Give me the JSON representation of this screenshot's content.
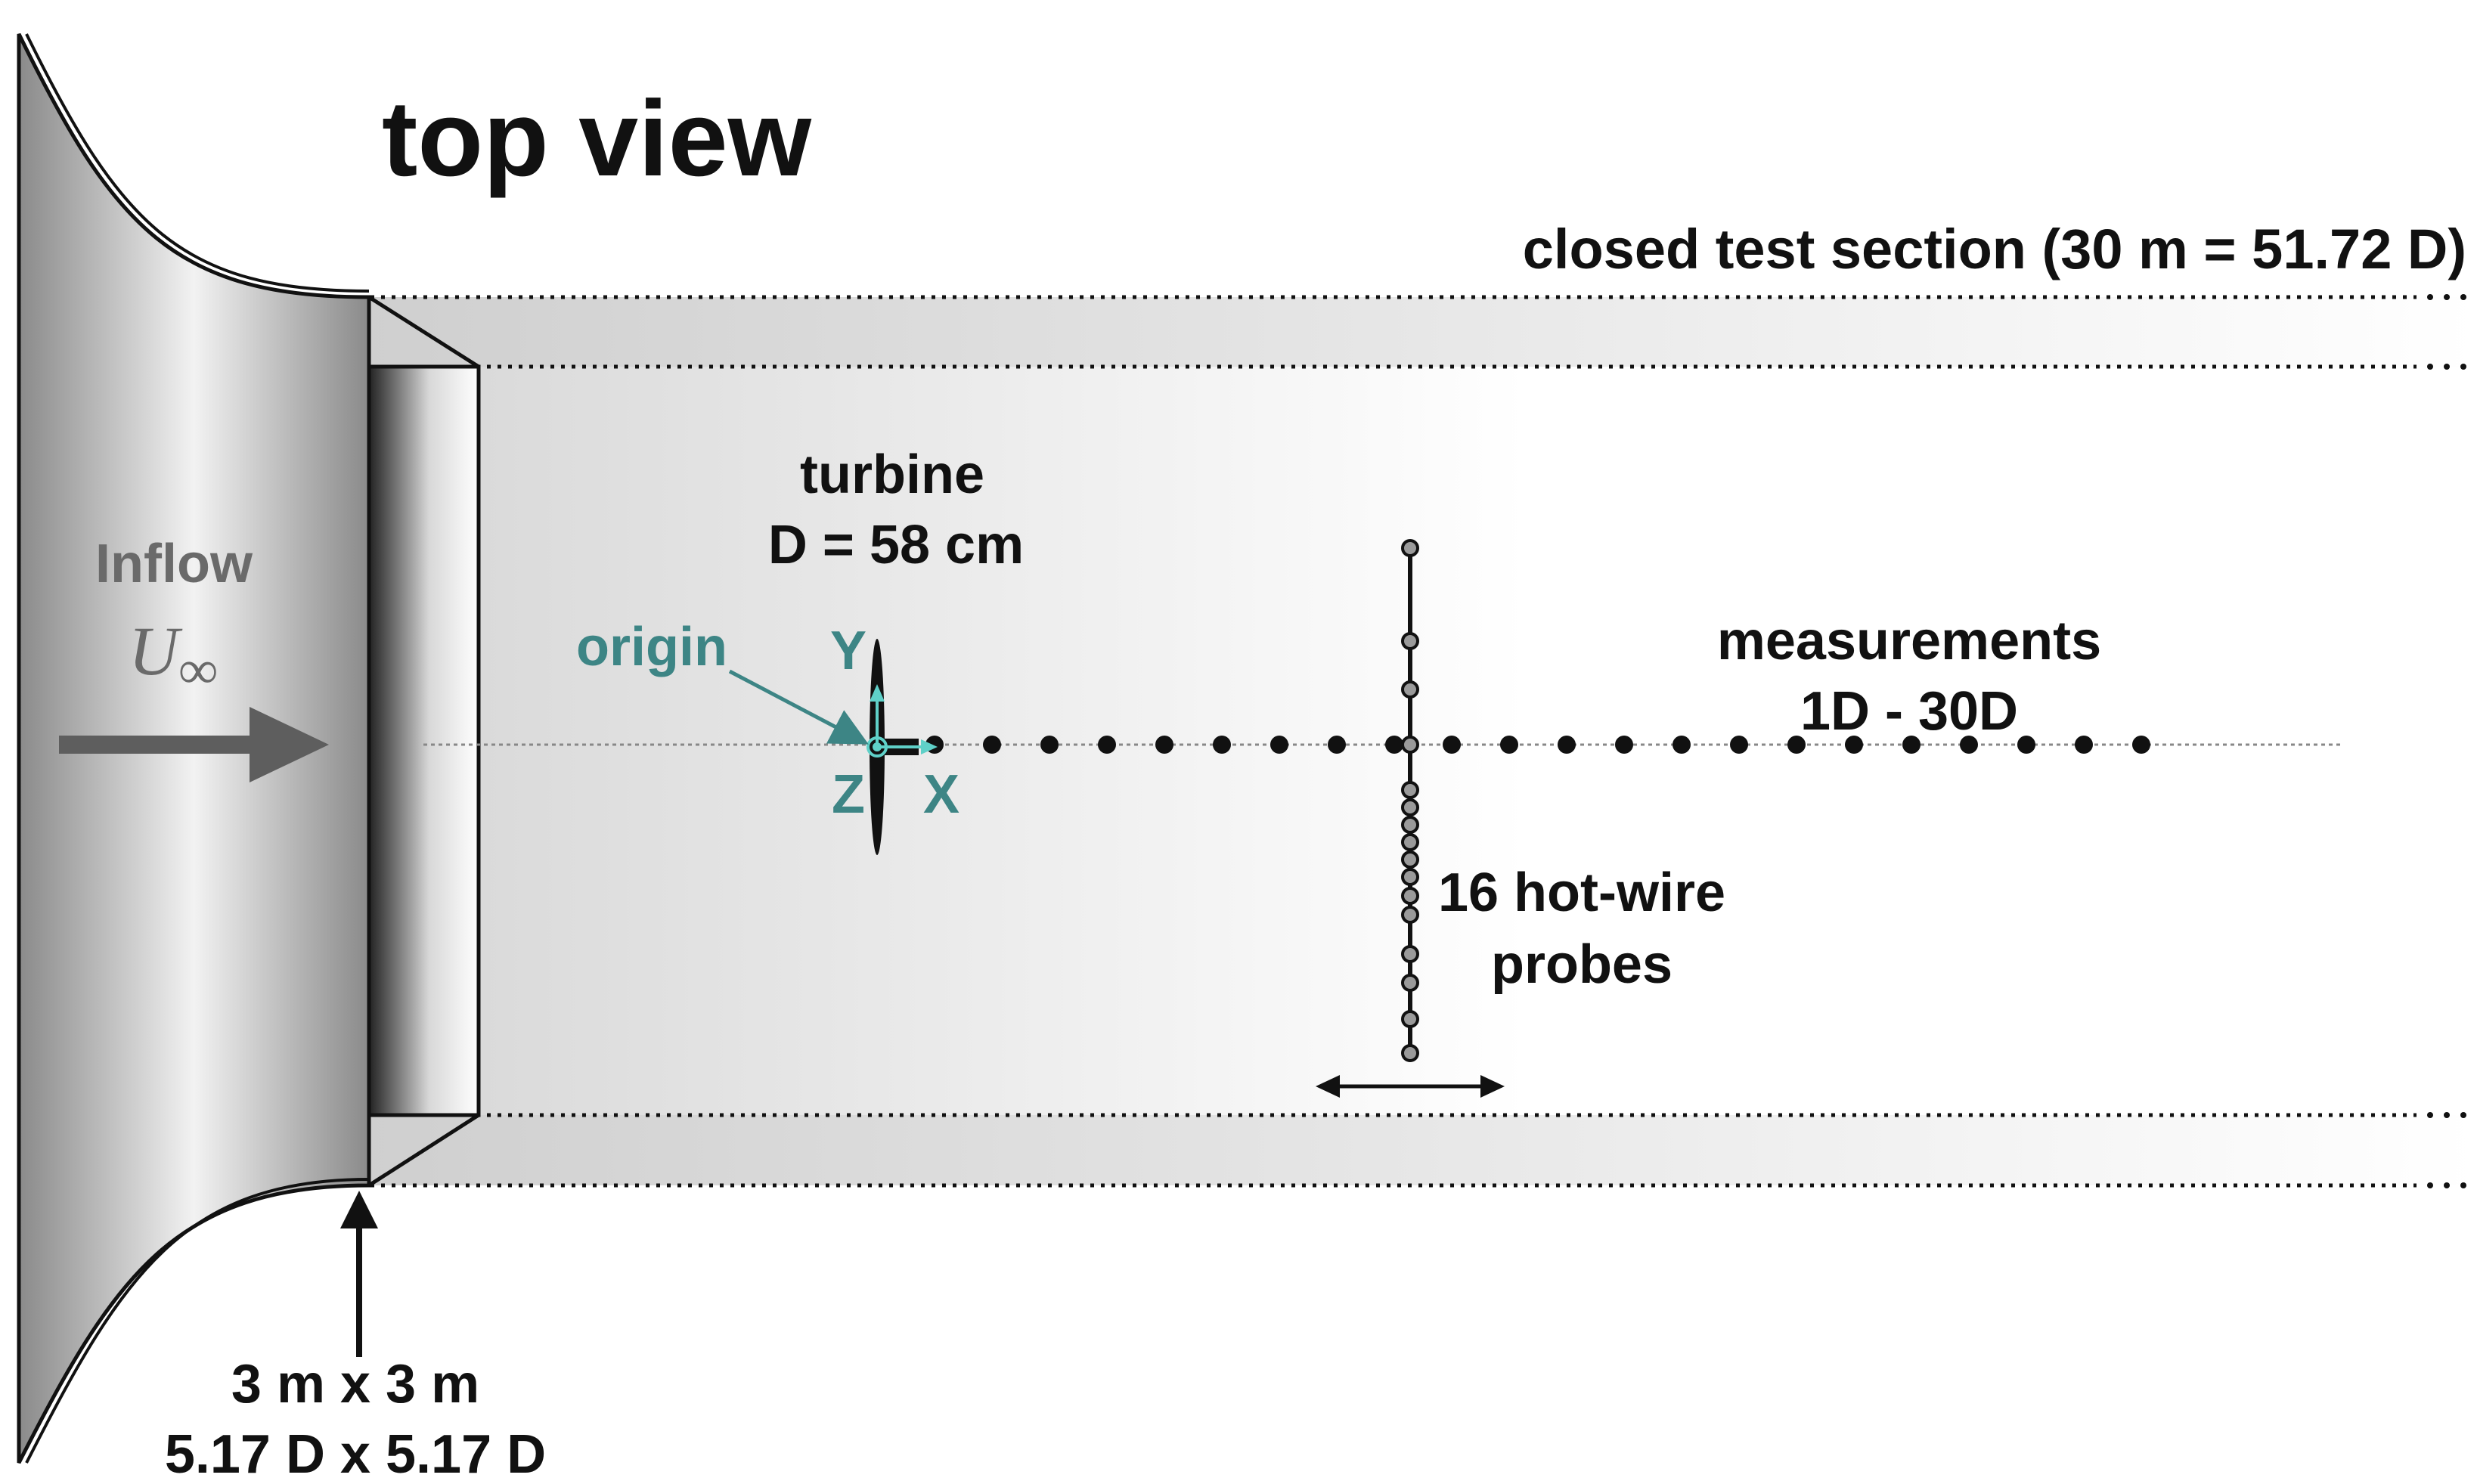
{
  "title": "top view",
  "labels": {
    "test_section": "closed test section (30 m  =  51.72 D)",
    "inflow": "Inflow",
    "u_symbol": "U",
    "u_subscript": "∞",
    "turbine_line1": "turbine",
    "turbine_line2": "D = 58 cm",
    "origin": "origin",
    "axis_y": "Y",
    "axis_z": "Z",
    "axis_x": "X",
    "measurements_line1": "measurements",
    "measurements_line2": "1D - 30D",
    "probes_line1": "16 hot-wire",
    "probes_line2": "probes",
    "inlet_dim_line1": "3 m x 3 m",
    "inlet_dim_line2": "5.17 D x 5.17 D"
  },
  "measurements": {
    "x_D": [
      1,
      2,
      3,
      4,
      5,
      6,
      7,
      8,
      9,
      10,
      11,
      12,
      13,
      14,
      15,
      16,
      17,
      18,
      19,
      20,
      21,
      22
    ]
  },
  "probes": {
    "count": 16
  },
  "colors": {
    "teal": "#3d8585",
    "dark": "#111111",
    "inflow_gray": "#6a6a6a",
    "arrow_gray": "#5e5e5e"
  }
}
